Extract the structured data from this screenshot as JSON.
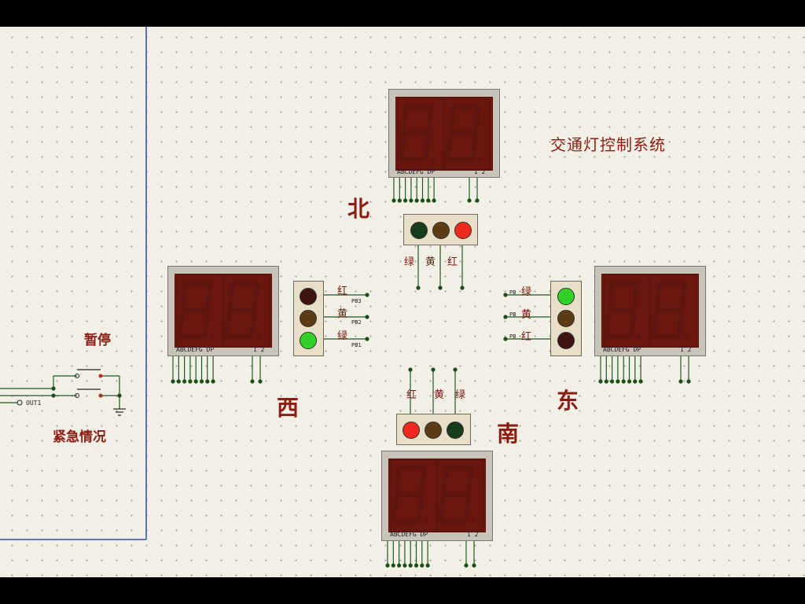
{
  "title": "交通灯控制系统",
  "directions": {
    "north": "北",
    "south": "南",
    "east": "东",
    "west": "西"
  },
  "controls": {
    "pause": "暂停",
    "emergency": "紧急情况",
    "out_label": "OUT1"
  },
  "light_colors": {
    "red": "红",
    "yellow": "黄",
    "green": "绿"
  },
  "display": {
    "segment_strip": "ABCDEFG  DP",
    "digit_pins": "1 2"
  },
  "pin_labels": {
    "west": [
      "PB3",
      "PB2",
      "PB1"
    ],
    "east": [
      "PB",
      "PB",
      "PB"
    ]
  },
  "colors": {
    "lamp_red_on": "#ee2a1e",
    "lamp_red_off": "#3f1410",
    "lamp_yellow_off": "#5b3c16",
    "lamp_green_on": "#33d127",
    "lamp_green_off": "#163c1a",
    "seven_seg": "#5f1510"
  }
}
